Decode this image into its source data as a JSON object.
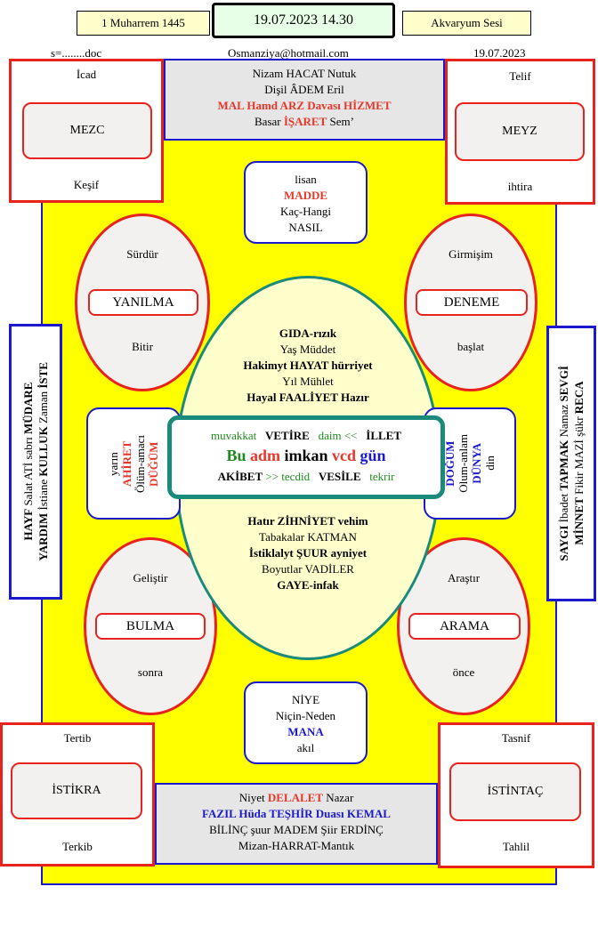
{
  "header": {
    "left_ribbon": "1 Muharrem 1445",
    "center_box": "19.07.2023 14.30",
    "right_ribbon": "Akvaryum Sesi",
    "file": "s=........doc",
    "email": "Osmanziya@hotmail.com",
    "date": "19.07.2023"
  },
  "top_panel": {
    "line1": "Nizam HACAT Nutuk",
    "line2": "Dişil ÂDEM Eril",
    "line3": "MAL Hamd ARZ Davası HİZMET",
    "line4a": "Basar ",
    "line4b": "İŞARET",
    "line4c": " Sem’"
  },
  "bottom_panel": {
    "line1a": "Niyet ",
    "line1b": "DELALET",
    "line1c": " Nazar",
    "line2": "FAZIL Hüda TEŞHİR  Duası KEMAL",
    "line3": "BİLİNÇ şuur MADEM Şiir ERDİNÇ",
    "line4": "Mizan-HARRAT-Mantık"
  },
  "corners": {
    "tl": {
      "top": "İcad",
      "center": "MEZC",
      "bottom": "Keşif"
    },
    "tr": {
      "top": "Telif",
      "center": "MEYZ",
      "bottom": "ihtira"
    },
    "bl": {
      "top": "Tertib",
      "center": "İSTİKRA",
      "bottom": "Terkib"
    },
    "br": {
      "top": "Tasnif",
      "center": "İSTİNTAÇ",
      "bottom": "Tahlil"
    }
  },
  "top_box": {
    "l1": "lisan",
    "l2": "MADDE",
    "l3": "Kaç-Hangi",
    "l4": "NASIL"
  },
  "bottom_box": {
    "l1": "NİYE",
    "l2": "Niçin-Neden",
    "l3": "MANA",
    "l4": "akıl"
  },
  "ovals": {
    "tl": {
      "top": "Sürdür",
      "center": "YANILMA",
      "bottom": "Bitir"
    },
    "tr": {
      "top": "Girmişim",
      "center": "DENEME",
      "bottom": "başlat"
    },
    "bl": {
      "top": "Geliştir",
      "center": "BULMA",
      "bottom": "sonra"
    },
    "br": {
      "top": "Araştır",
      "center": "ARAMA",
      "bottom": "önce"
    }
  },
  "center_oval_top": {
    "l1": "GIDA-rızık",
    "l2": "Yaş Müddet",
    "l3": "Hakimyt HAYAT hürriyet",
    "l4": "Yıl Mühlet",
    "l5": "Hayal FAALİYET Hazır"
  },
  "center_oval_bottom": {
    "l1": "Hatır ZİHNİYET vehim",
    "l2": "Tabakalar KATMAN",
    "l3": "İstiklalyt ŞUUR ayniyet",
    "l4": "Boyutlar VADİLER",
    "l5": "GAYE-infak"
  },
  "center_box": {
    "r1a": "muvakkat",
    "r1b": "VETİRE",
    "r1c": "daim <<",
    "r1d": "İLLET",
    "r2a": "Bu ",
    "r2b": "adm",
    "r2c": " imkan ",
    "r2d": "vcd",
    "r2e": " gün",
    "r3a": "AKİBET",
    "r3b": ">> tecdid",
    "r3c": "VESİLE",
    "r3d": "tekrir"
  },
  "left_mid_box": {
    "l1": "yarın",
    "l2": "AHİRET",
    "l3": "Ölüm-amacı",
    "l4": "DÜĞÜM"
  },
  "right_mid_box": {
    "l1": "DOĞUM",
    "l2": "Olum-anlam",
    "l3": "DÜNYA",
    "l4": "din"
  },
  "left_side": {
    "line1a": "HAYF",
    "line1b": " Salat ATİ sabrı ",
    "line1c": "MÜDARE",
    "line2a": "YARDIM",
    "line2b": " İstiane ",
    "line2c": "KULLUK",
    "line2d": " Zaman ",
    "line2e": "İSTE"
  },
  "right_side": {
    "line1a": "SAYGI",
    "line1b": " İbadet ",
    "line1c": "TAPMAK",
    "line1d": " Namaz ",
    "line1e": "SEVGİ",
    "line2a": "MİNNET",
    "line2b": " Fikir MAZİ şükr ",
    "line2c": "RECA"
  }
}
